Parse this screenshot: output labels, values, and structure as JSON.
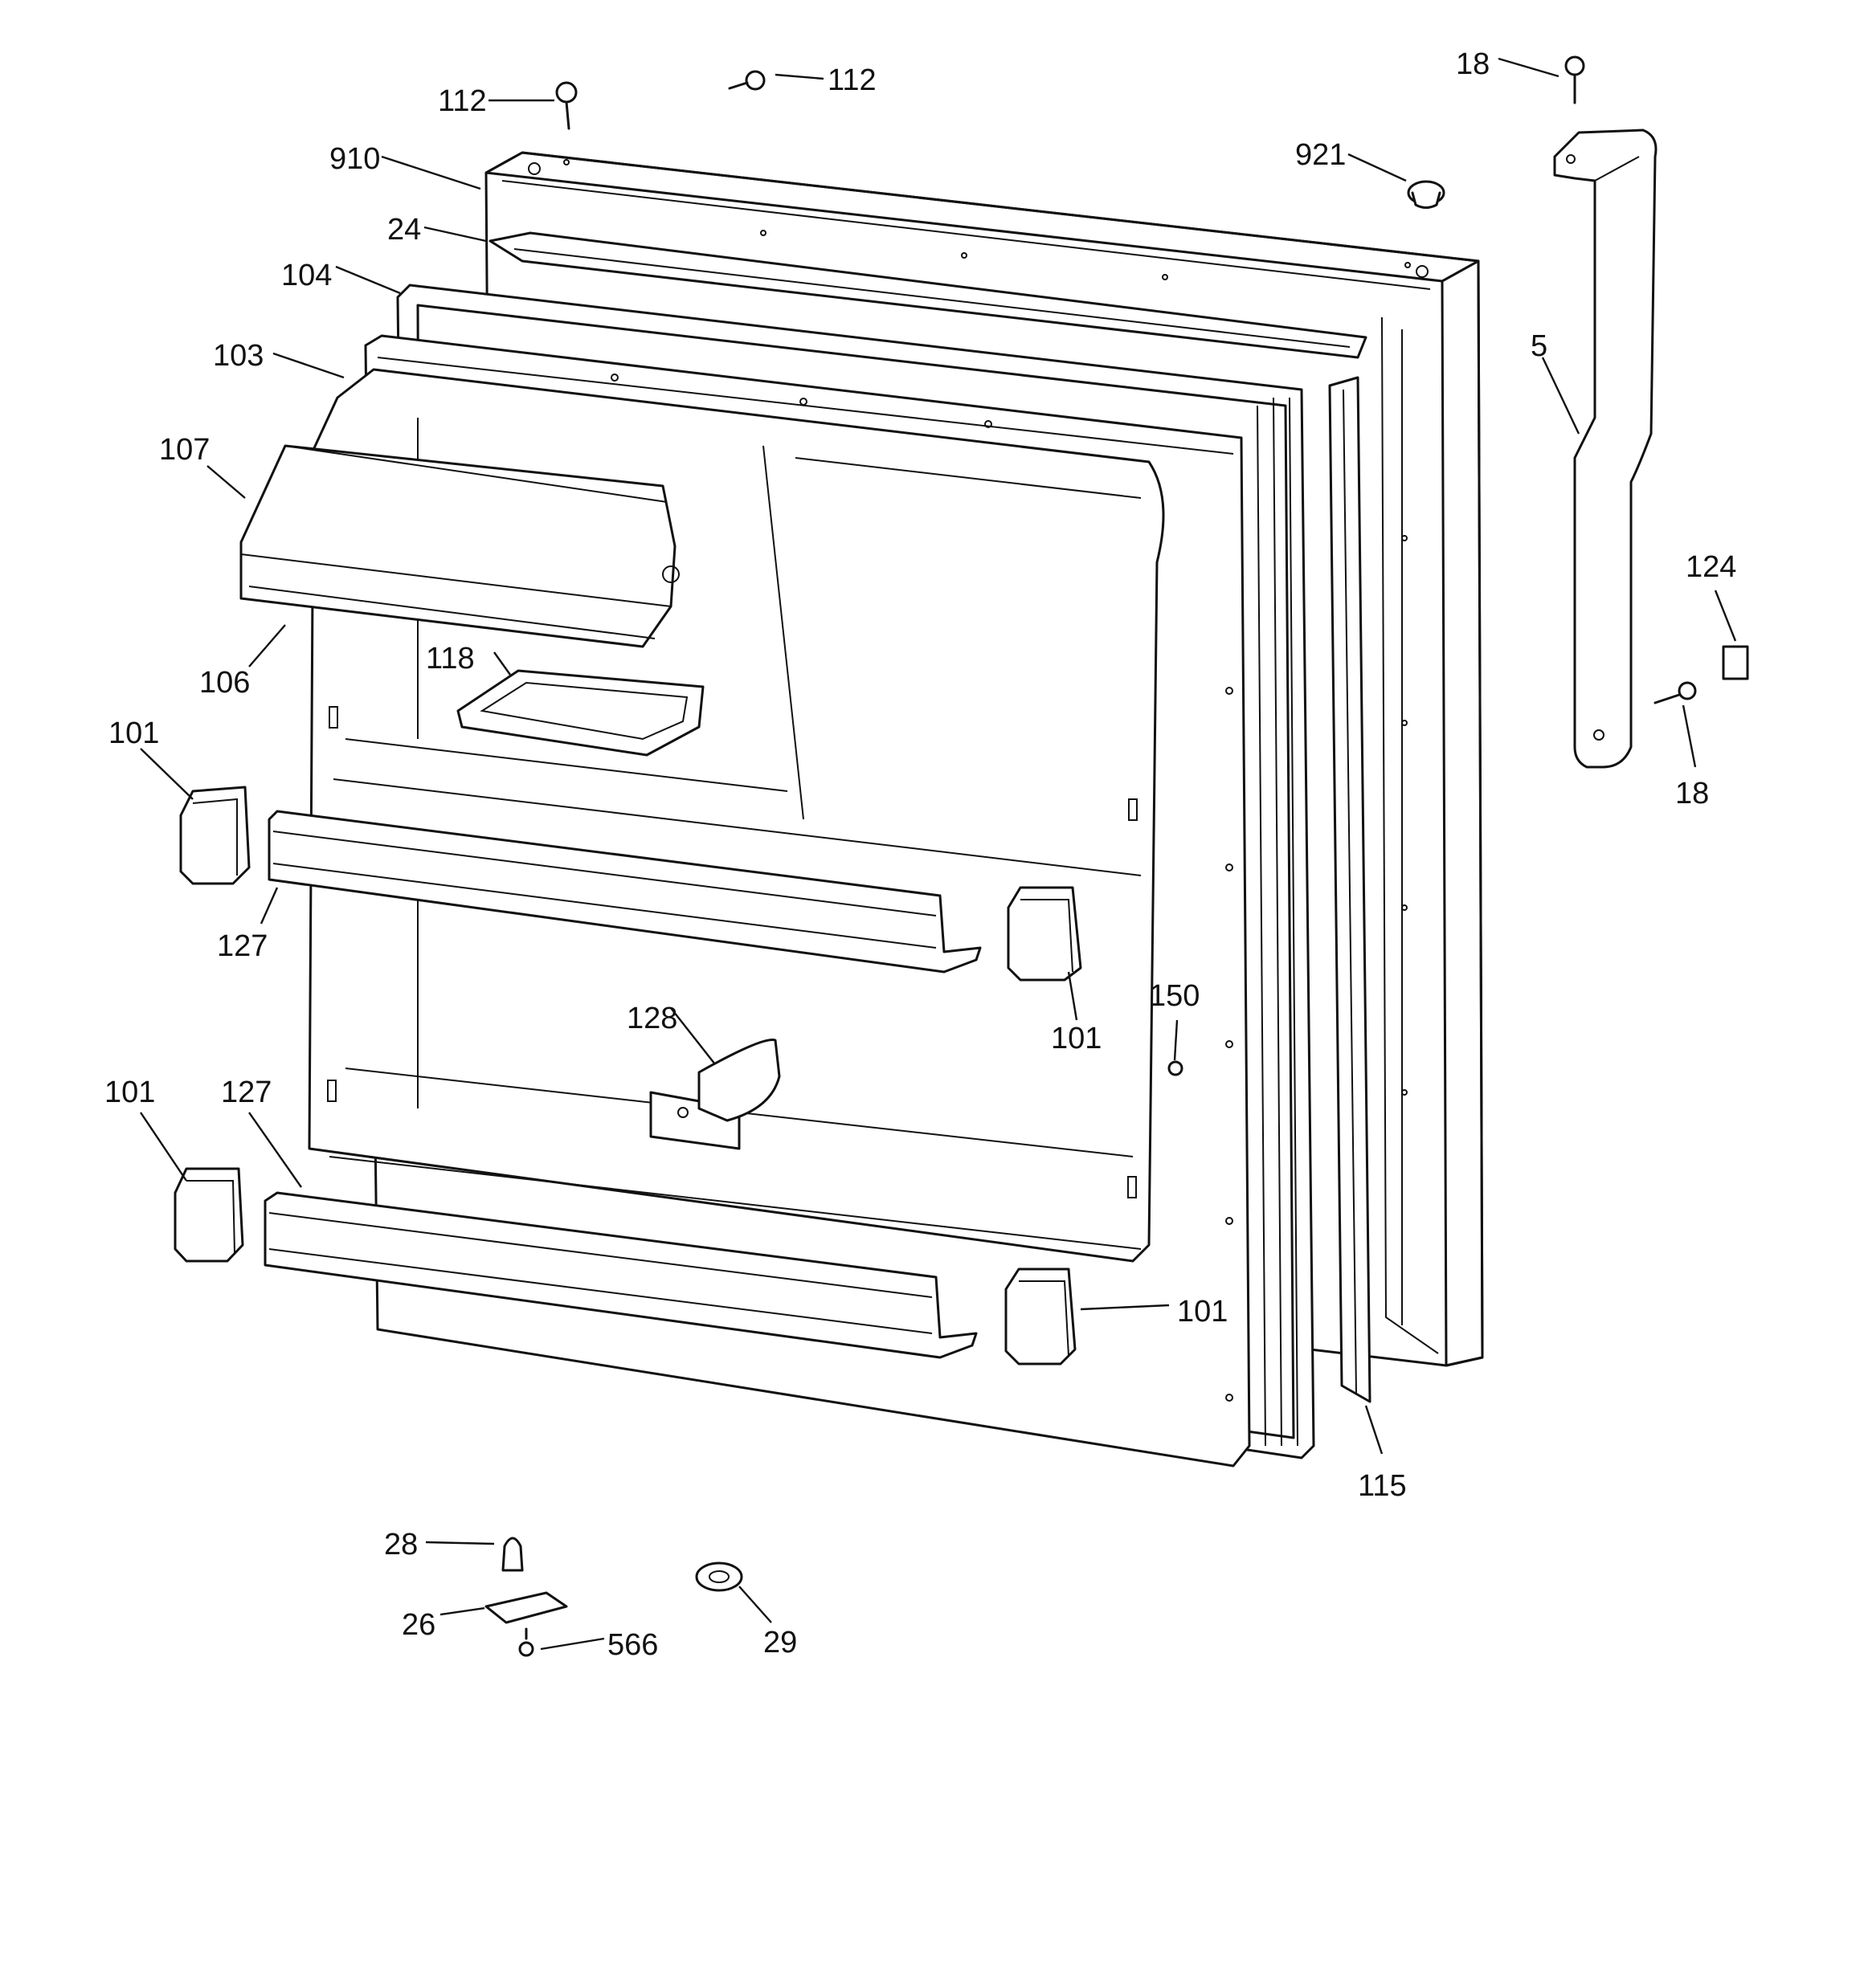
{
  "diagram": {
    "callouts": [
      {
        "id": "c112a",
        "text": "112"
      },
      {
        "id": "c112b",
        "text": "112"
      },
      {
        "id": "c18a",
        "text": "18"
      },
      {
        "id": "c910",
        "text": "910"
      },
      {
        "id": "c921",
        "text": "921"
      },
      {
        "id": "c24",
        "text": "24"
      },
      {
        "id": "c104",
        "text": "104"
      },
      {
        "id": "c103",
        "text": "103"
      },
      {
        "id": "c5",
        "text": "5"
      },
      {
        "id": "c107",
        "text": "107"
      },
      {
        "id": "c124",
        "text": "124"
      },
      {
        "id": "c106",
        "text": "106"
      },
      {
        "id": "c118",
        "text": "118"
      },
      {
        "id": "c18b",
        "text": "18"
      },
      {
        "id": "c101a",
        "text": "101"
      },
      {
        "id": "c127a",
        "text": "127"
      },
      {
        "id": "c150",
        "text": "150"
      },
      {
        "id": "c128",
        "text": "128"
      },
      {
        "id": "c101b",
        "text": "101"
      },
      {
        "id": "c101c",
        "text": "101"
      },
      {
        "id": "c127b",
        "text": "127"
      },
      {
        "id": "c101d",
        "text": "101"
      },
      {
        "id": "c115",
        "text": "115"
      },
      {
        "id": "c28",
        "text": "28"
      },
      {
        "id": "c26",
        "text": "26"
      },
      {
        "id": "c566",
        "text": "566"
      },
      {
        "id": "c29",
        "text": "29"
      }
    ]
  }
}
